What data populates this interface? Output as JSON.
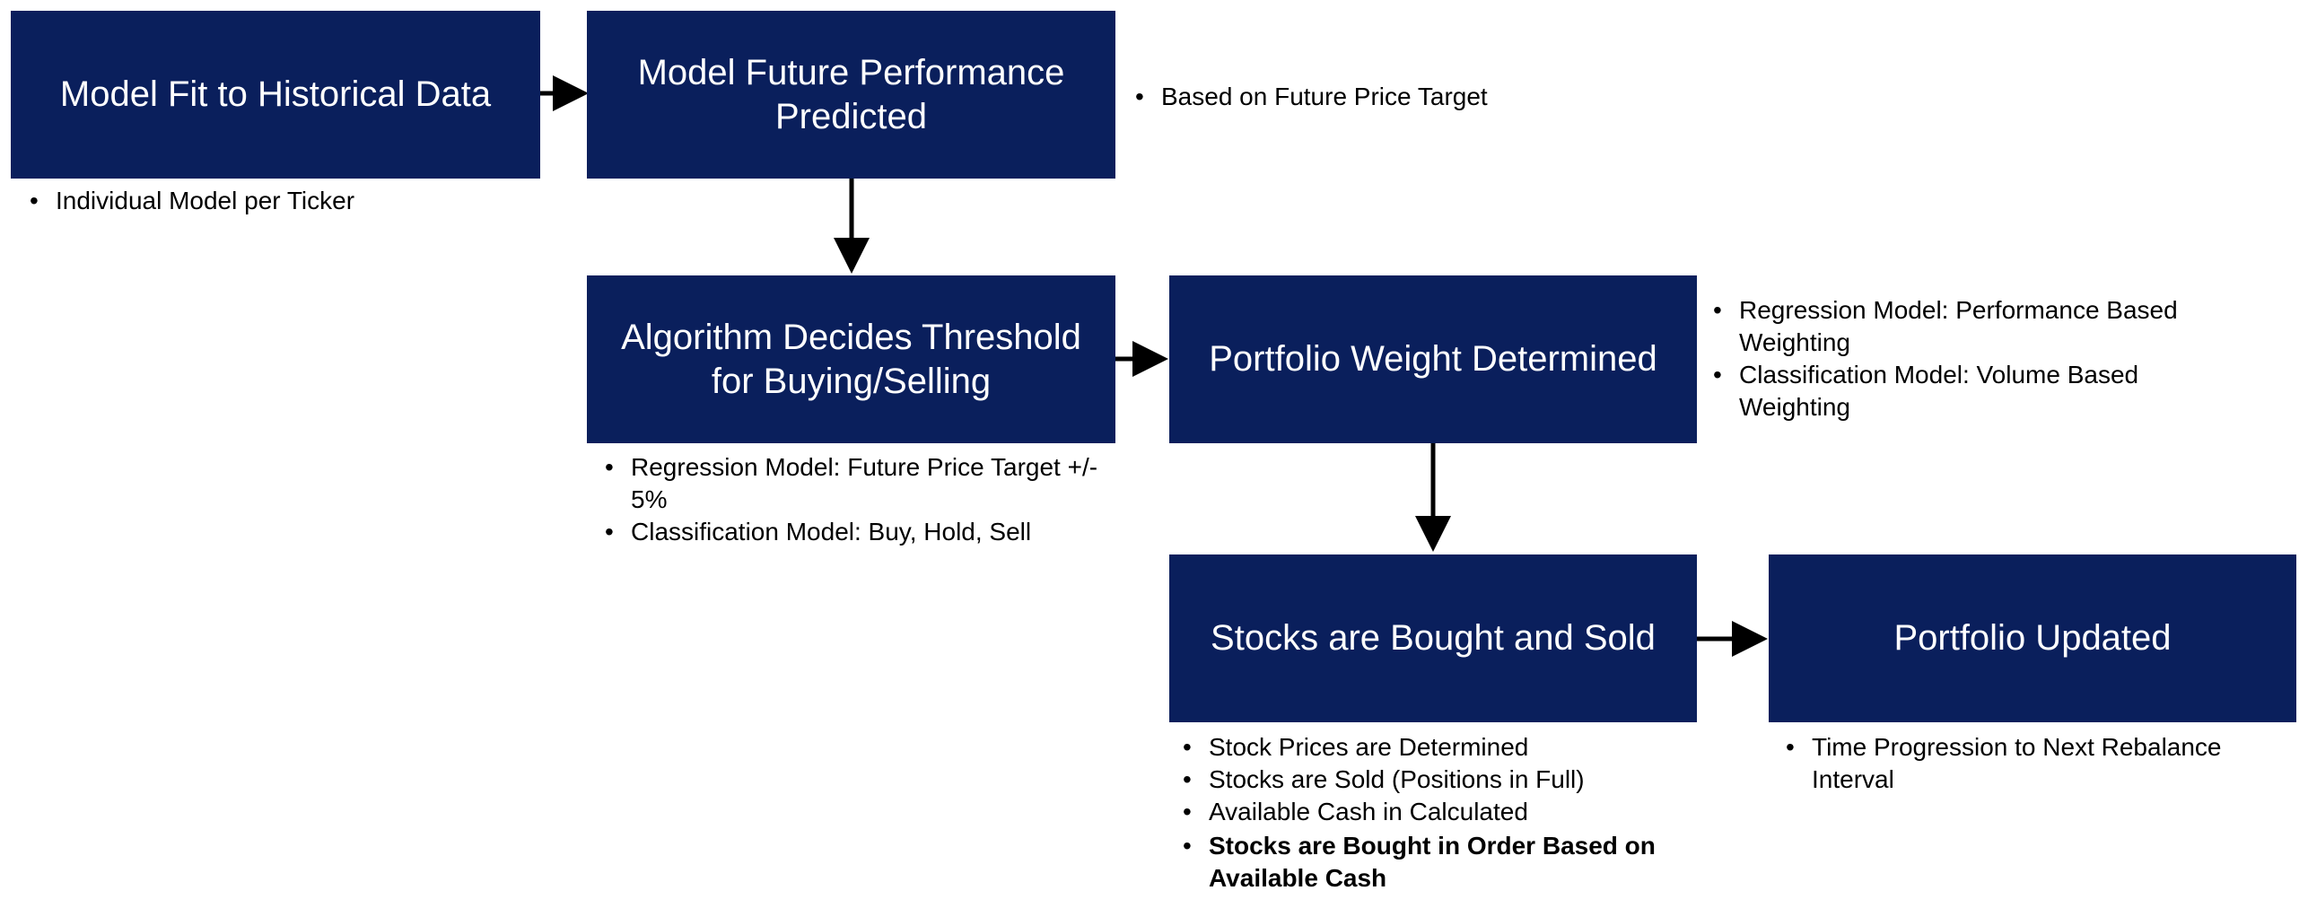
{
  "boxes": {
    "model_fit": "Model Fit to Historical Data",
    "future_perf": "Model Future Performance Predicted",
    "algorithm": "Algorithm Decides Threshold for Buying/Selling",
    "portfolio_weight": "Portfolio Weight Determined",
    "stocks_bought_sold": "Stocks are Bought and Sold",
    "portfolio_updated": "Portfolio Updated"
  },
  "notes": {
    "model_fit": [
      "Individual Model per Ticker"
    ],
    "future_perf": [
      "Based on Future Price Target"
    ],
    "algorithm": [
      "Regression Model: Future Price Target +/- 5%",
      "Classification Model: Buy, Hold, Sell"
    ],
    "portfolio_weight": [
      "Regression Model: Performance Based Weighting",
      "Classification Model: Volume Based Weighting"
    ],
    "stocks_bought_sold": [
      "Stock Prices are Determined",
      "Stocks are Sold (Positions in Full)",
      "Available Cash in Calculated",
      "Stocks are Bought in Order Based on Available Cash"
    ],
    "portfolio_updated": [
      "Time Progression to Next Rebalance Interval"
    ]
  },
  "bullet": "•",
  "colors": {
    "box_fill": "#0a1f5c",
    "box_text": "#ffffff",
    "arrow": "#000000"
  }
}
